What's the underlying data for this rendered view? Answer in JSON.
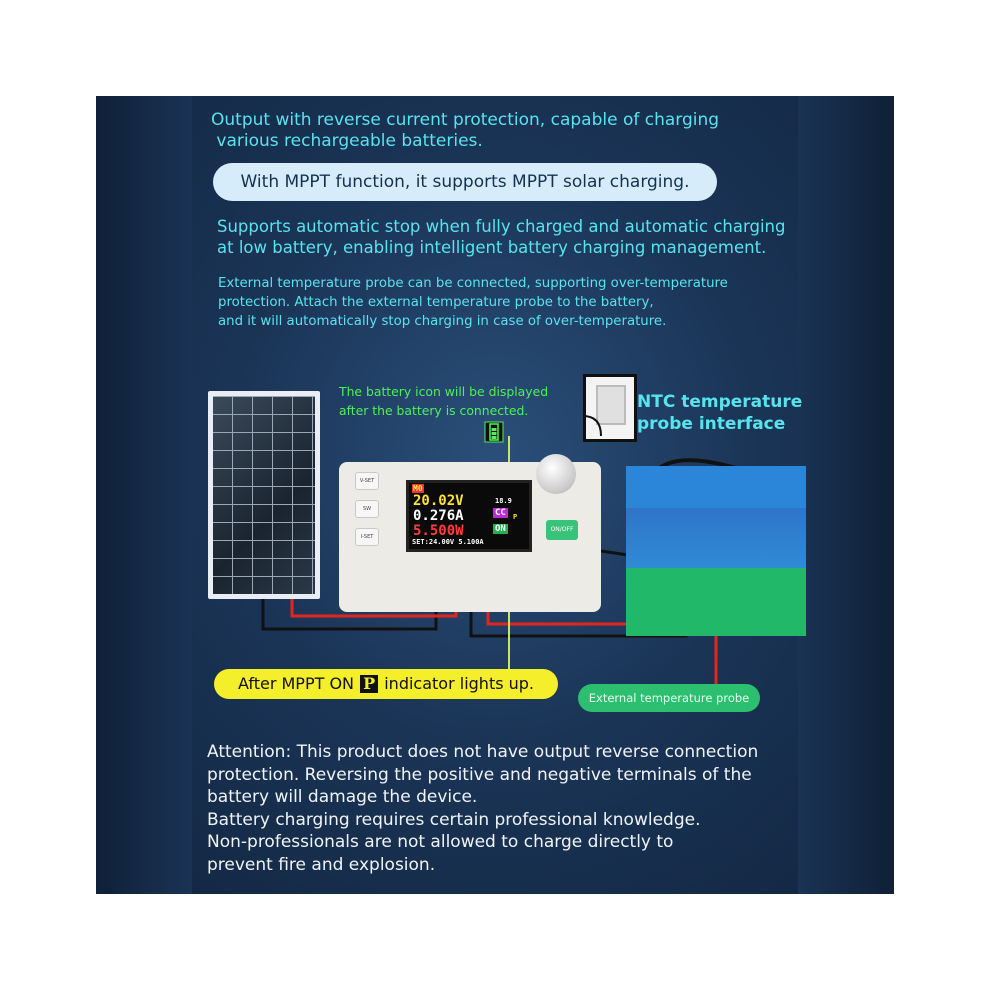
{
  "headline_1": [
    "Output with reverse current protection, capable of charging",
    " various rechargeable batteries."
  ],
  "pill_text": "With MPPT function, it supports MPPT solar charging.",
  "headline_3": [
    "Supports automatic stop when fully charged and automatic charging",
    "at low battery, enabling intelligent battery charging management."
  ],
  "headline_4": [
    "External temperature probe can be connected, supporting over-temperature",
    "protection. Attach the external temperature probe to the battery,",
    "and it will automatically stop charging in case of over-temperature."
  ],
  "battery_icon_note": [
    "The battery icon will be displayed",
    "after the battery is connected."
  ],
  "ntc_label": [
    "NTC temperature",
    "probe interface"
  ],
  "device": {
    "buttons": [
      "V-SET",
      "SW",
      "I-SET"
    ],
    "onoff": "ON/OFF",
    "screen": {
      "mode": "M0",
      "voltage": "20.02V",
      "current": "0.276A",
      "power": "5.500W",
      "temp": "18.9",
      "cc": "CC",
      "on": "ON",
      "p": "P",
      "set": "SET:24.00V 5.100A"
    }
  },
  "mppt_label_before": "After MPPT ON",
  "mppt_badge": "P",
  "mppt_label_after": "indicator lights up.",
  "ext_probe": "External temperature probe",
  "attention": [
    "Attention: This product does not have output reverse connection",
    "protection. Reversing the positive and negative terminals of the",
    "battery will damage the device.",
    "Battery charging requires certain professional knowledge.",
    "Non-professionals are not allowed to charge directly to",
    "prevent fire and explosion."
  ],
  "colors": {
    "cyan_text": "#58e3ee",
    "pill_bg": "#d6ecfb",
    "yellow": "#f4ee2b",
    "green_badge": "#2bbf6f"
  }
}
